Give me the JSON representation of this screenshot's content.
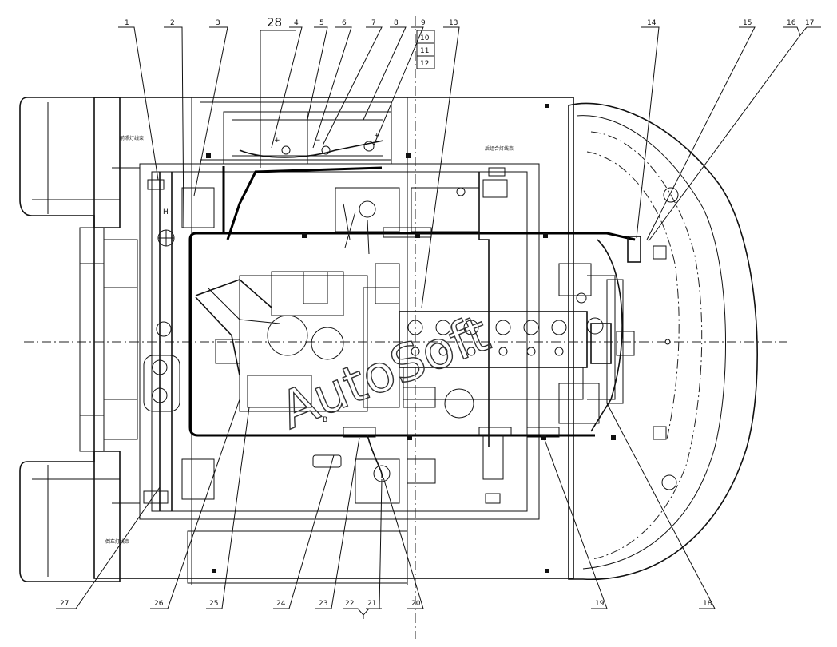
{
  "callouts": {
    "n1": "1",
    "n2": "2",
    "n3": "3",
    "n4": "4",
    "n5": "5",
    "n6": "6",
    "n7": "7",
    "n8": "8",
    "n9": "9",
    "n10": "10",
    "n11": "11",
    "n12": "12",
    "n13": "13",
    "n14": "14",
    "n15": "15",
    "n16": "16",
    "n17": "17",
    "n18": "18",
    "n19": "19",
    "n20": "20",
    "n21": "21",
    "n22": "22",
    "n23": "23",
    "n24": "24",
    "n25": "25",
    "n26": "26",
    "n27": "27",
    "n28": "28"
  },
  "labels": {
    "harness_a": "前照灯线束",
    "harness_b": "倒车灯线束",
    "harness_c": "后组合灯线束",
    "plug_mark": "H",
    "mark_b": "B",
    "plus_left": "+",
    "minus_left": "−",
    "plus_right": "+"
  },
  "watermark": "AutoSoft"
}
